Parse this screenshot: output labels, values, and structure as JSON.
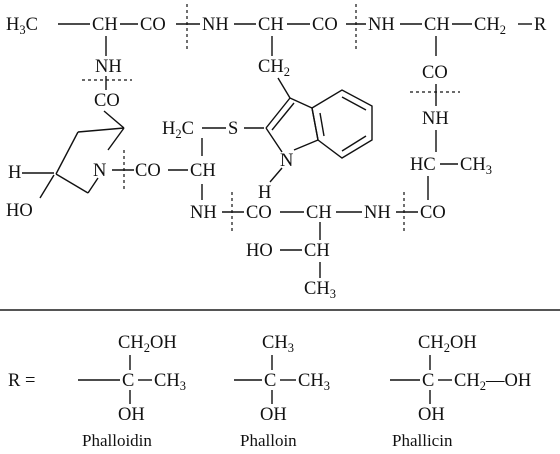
{
  "top": {
    "row1": [
      "H3C",
      "CH",
      "CO",
      "NH",
      "CH",
      "CO",
      "NH",
      "CH",
      "CH2",
      "R"
    ],
    "ch2_trp": "CH2",
    "nh_left": "NH",
    "co_left": "CO",
    "co_right": "CO",
    "nh_right": "NH",
    "hc_right": "HC",
    "ch3_right": "CH3",
    "h2c": "H2C",
    "s": "S",
    "indole_n": "N",
    "indole_h": "H",
    "pro_h": "H",
    "pro_ho": "HO",
    "pro_n": "N",
    "row_mid": [
      "CO",
      "CH"
    ],
    "row_bottom": [
      "NH",
      "CO",
      "CH",
      "NH",
      "CO"
    ],
    "ho_thr": "HO",
    "ch_thr": "CH",
    "ch3_thr": "CH3"
  },
  "bottom": {
    "r_label": "R =",
    "variants": [
      {
        "top": "CH2OH",
        "left": "C",
        "right": "CH3",
        "below": "OH",
        "name": "Phalloidin"
      },
      {
        "top": "CH3",
        "left": "C",
        "right": "CH3",
        "below": "OH",
        "name": "Phalloin"
      },
      {
        "top": "CH2OH",
        "left": "C",
        "right": "CH2—OH",
        "below": "OH",
        "name": "Phallicin"
      }
    ]
  }
}
